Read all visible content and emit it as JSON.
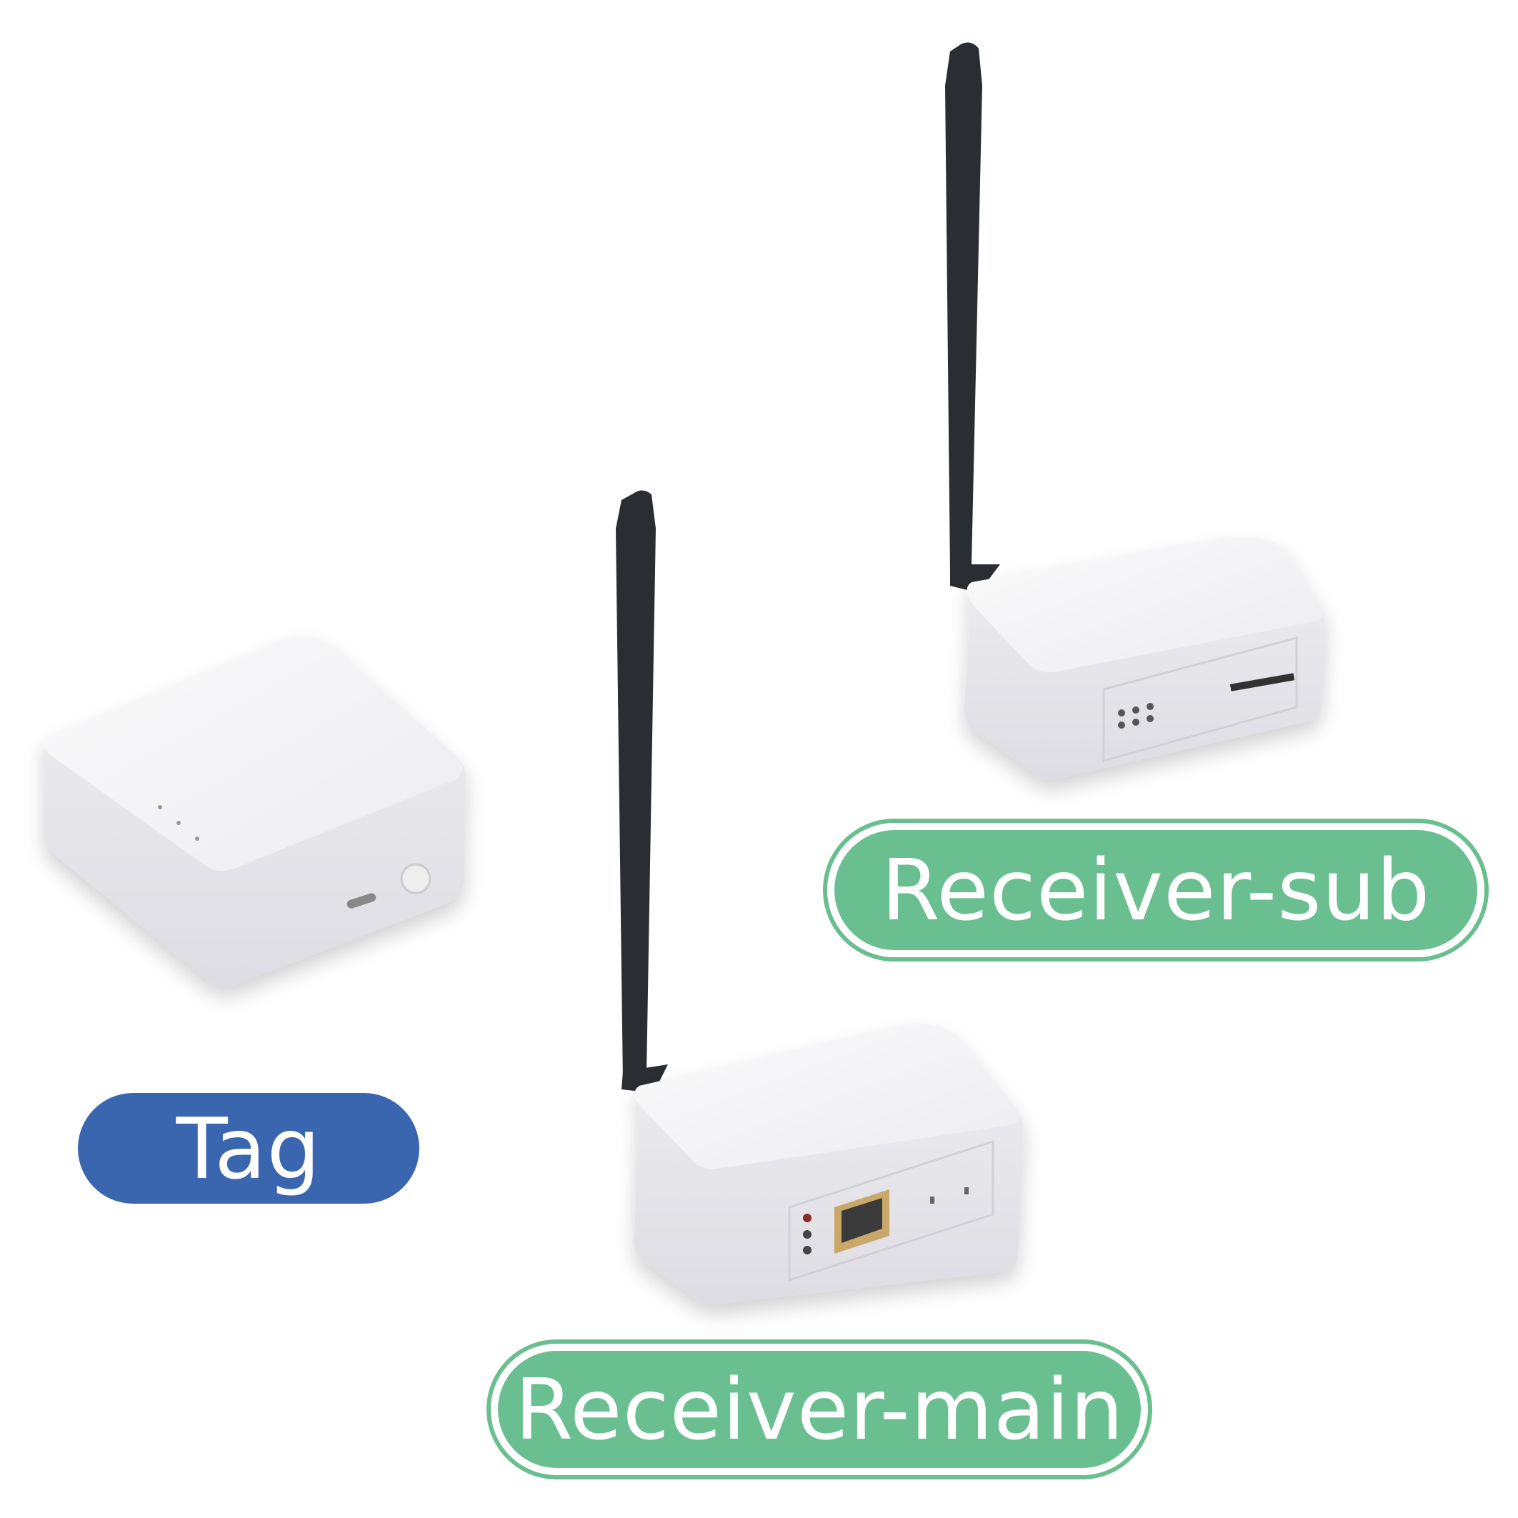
{
  "labels": {
    "tag": "Tag",
    "receiver_sub": "Receiver-sub",
    "receiver_main": "Receiver-main"
  },
  "colors": {
    "tag_label": "#3a66b0",
    "receiver_label": "#69bf8f",
    "antenna": "#2a2d31",
    "device_body": "#f2f2f4"
  }
}
